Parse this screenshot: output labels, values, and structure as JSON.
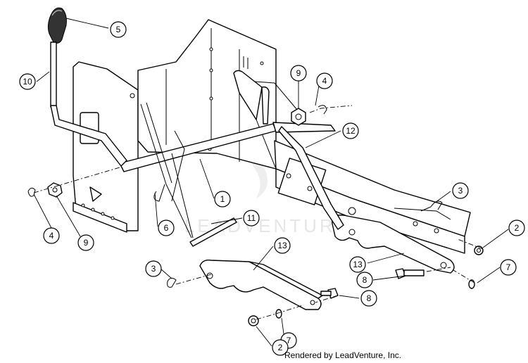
{
  "watermark": "LEADVENTURE",
  "footer": "Rendered by LeadVenture, Inc.",
  "callouts": [
    "5",
    "10",
    "9",
    "4",
    "12",
    "1",
    "3",
    "11",
    "6",
    "4",
    "9",
    "2",
    "13",
    "13",
    "7",
    "8",
    "3",
    "8",
    "7",
    "2"
  ]
}
